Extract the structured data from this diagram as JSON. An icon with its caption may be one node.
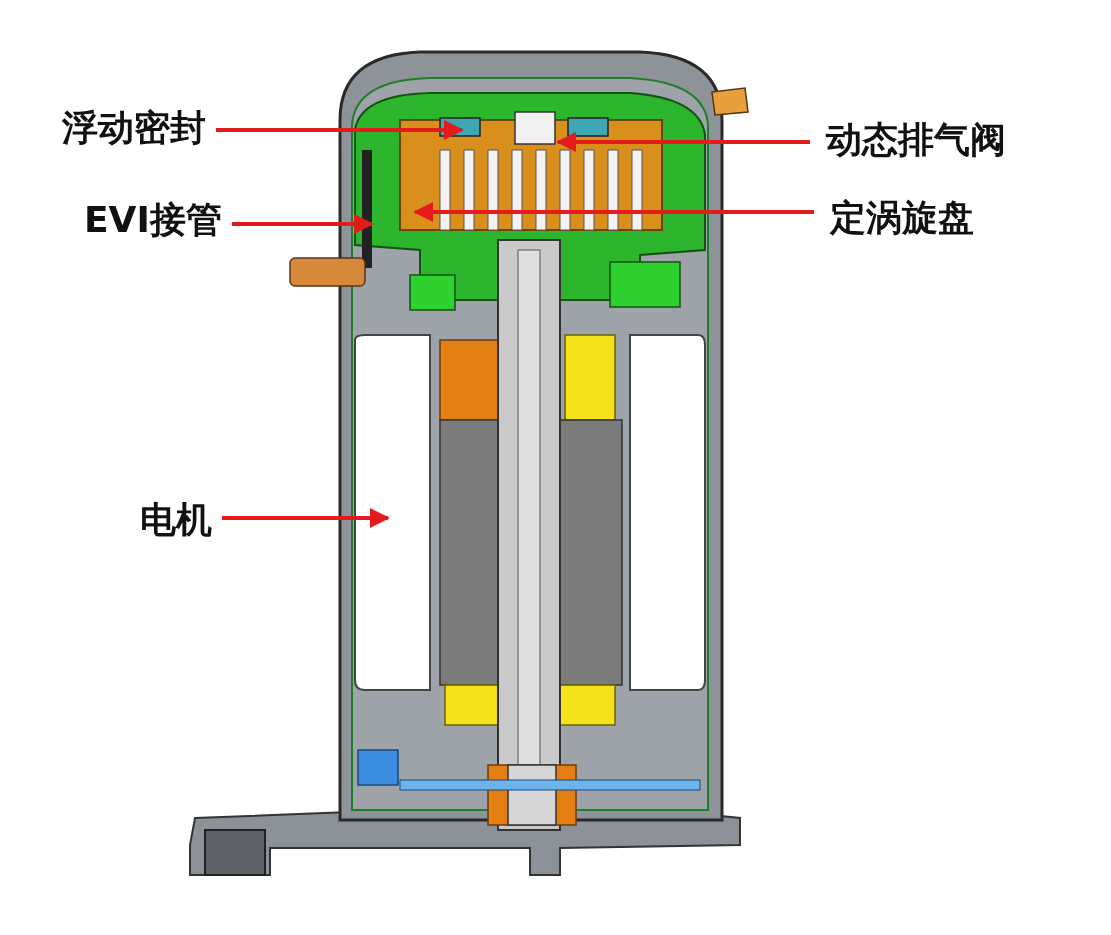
{
  "diagram": {
    "nodes": [
      {
        "text": [
          "浮动密封"
        ]
      },
      {
        "text": [
          "动态排气阀"
        ]
      },
      {
        "text": [
          "EVI接管"
        ]
      },
      {
        "text": [
          "定涡旋盘"
        ]
      },
      {
        "text": [
          "电机"
        ]
      }
    ],
    "edges": [
      {
        "from": 0,
        "to": null,
        "arrow": "to"
      },
      {
        "from": 1,
        "to": null,
        "arrow": "to"
      },
      {
        "from": 2,
        "to": null,
        "arrow": "to"
      },
      {
        "from": 3,
        "to": null,
        "arrow": "to"
      },
      {
        "from": 4,
        "to": null,
        "arrow": "to"
      }
    ]
  }
}
